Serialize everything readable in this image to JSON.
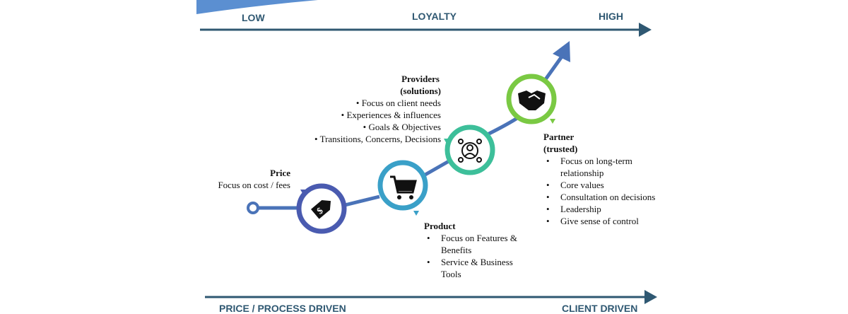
{
  "axis_top": {
    "low": "LOW",
    "title": "LOYALTY",
    "high": "HIGH"
  },
  "axis_bottom": {
    "left": "PRICE / PROCESS DRIVEN",
    "right": "CLIENT DRIVEN"
  },
  "stages": {
    "price": {
      "title": "Price",
      "desc": "Focus on cost / fees",
      "icon": "price-tag-icon",
      "color": "#4a5bb0"
    },
    "product": {
      "title": "Product",
      "bullets": [
        "Focus on Features &",
        "Benefits",
        "Service & Business",
        "Tools"
      ],
      "icon": "shopping-cart-icon",
      "color": "#3aa0c8"
    },
    "providers": {
      "title": "Providers",
      "subtitle": "(solutions)",
      "bullets": [
        "Focus on client needs",
        "Experiences & influences",
        "Goals & Objectives",
        "Transitions, Concerns, Decisions"
      ],
      "icon": "network-person-icon",
      "color": "#3dbf9a"
    },
    "partner": {
      "title": "Partner",
      "subtitle": "(trusted)",
      "bullets": [
        "Focus on long-term",
        "relationship",
        "Core values",
        "Consultation on decisions",
        "Leadership",
        "Give sense of control"
      ],
      "icon": "handshake-icon",
      "color": "#7ac943"
    }
  }
}
